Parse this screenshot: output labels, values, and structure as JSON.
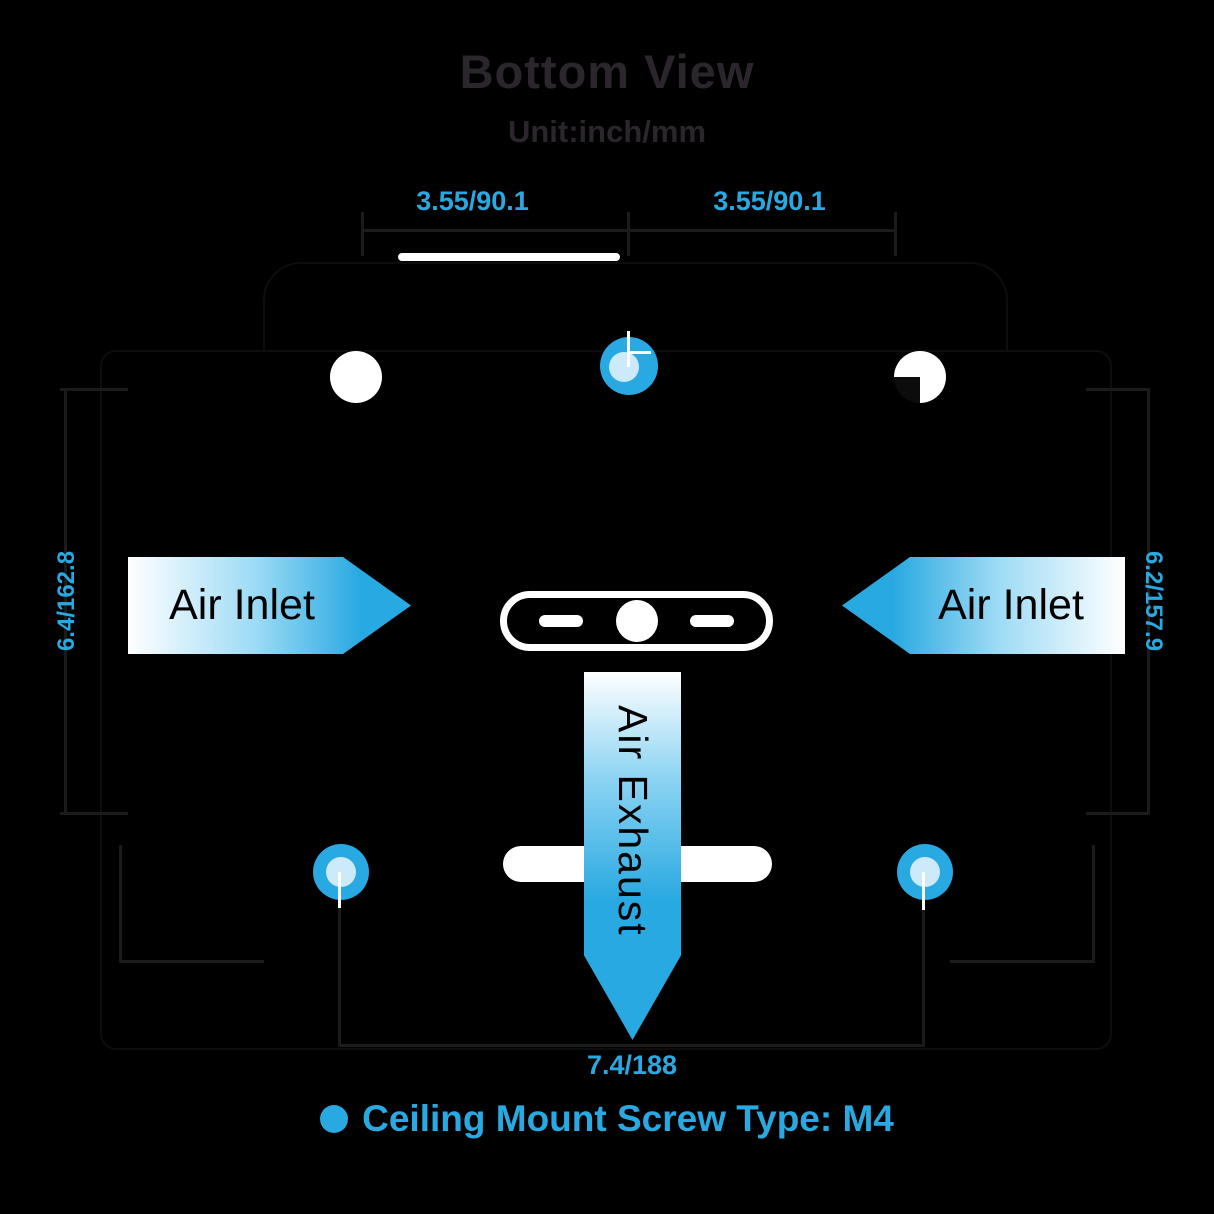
{
  "title": "Bottom View",
  "subtitle": "Unit:inch/mm",
  "dimensions": {
    "top_left_screw_spacing": "3.55/90.1",
    "top_right_screw_spacing": "3.55/90.1",
    "left_side": "6.4/162.8",
    "right_side": "6.2/157.9",
    "bottom_screw_spacing": "7.4/188"
  },
  "labels": {
    "air_inlet_left": "Air Inlet",
    "air_inlet_right": "Air Inlet",
    "air_exhaust": "Air Exhaust"
  },
  "legend": {
    "icon": "ceiling-mount-screw-dot",
    "text": "Ceiling Mount Screw Type: M4"
  },
  "colors": {
    "accent_blue": "#29a9e1",
    "title_text": "#2a262c",
    "background": "#000000",
    "white": "#ffffff"
  }
}
